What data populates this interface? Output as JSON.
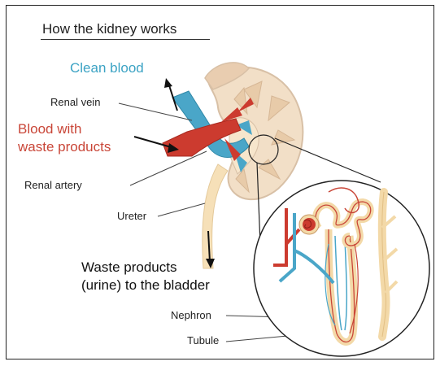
{
  "title": "How the kidney works",
  "labels": {
    "clean_blood": "Clean blood",
    "renal_vein": "Renal vein",
    "blood_waste_line1": "Blood with",
    "blood_waste_line2": "waste products",
    "renal_artery": "Renal artery",
    "ureter": "Ureter",
    "urine_line1": "Waste products",
    "urine_line2": "(urine) to the bladder",
    "nephron": "Nephron",
    "tubule": "Tubule"
  },
  "colors": {
    "clean_blood": "#3ca3c4",
    "blood_waste": "#c94638",
    "kidney": "#f2dfc7",
    "kidney_outline": "#d8c0a6",
    "vein": "#4aa6c8",
    "artery": "#cc3b2f",
    "ureter": "#f6e0b8"
  }
}
